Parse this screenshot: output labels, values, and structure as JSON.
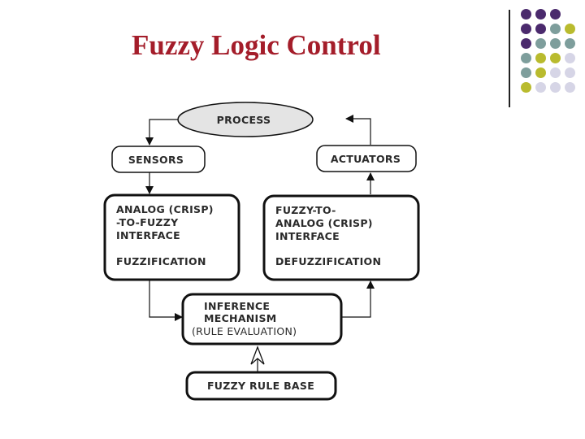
{
  "slide": {
    "title": "Fuzzy Logic Control"
  },
  "decor": {
    "dot_colors": {
      "purple": "#4b2a6d",
      "teal": "#7e9e9c",
      "olive": "#b9bb2e",
      "lavender": "#d6d5e6"
    }
  },
  "diagram": {
    "process": "PROCESS",
    "sensors": "SENSORS",
    "actuators": "ACTUATORS",
    "fuzzification": {
      "line1": "ANALOG (CRISP)",
      "line2": "-TO-FUZZY",
      "line3": "INTERFACE",
      "label": "FUZZIFICATION"
    },
    "defuzzification": {
      "line1": "FUZZY-TO-",
      "line2": "ANALOG (CRISP)",
      "line3": "INTERFACE",
      "label": "DEFUZZIFICATION"
    },
    "inference": {
      "line1": "INFERENCE",
      "line2": "MECHANISM",
      "line3": "(RULE  EVALUATION)"
    },
    "rule_base": "FUZZY  RULE  BASE"
  }
}
